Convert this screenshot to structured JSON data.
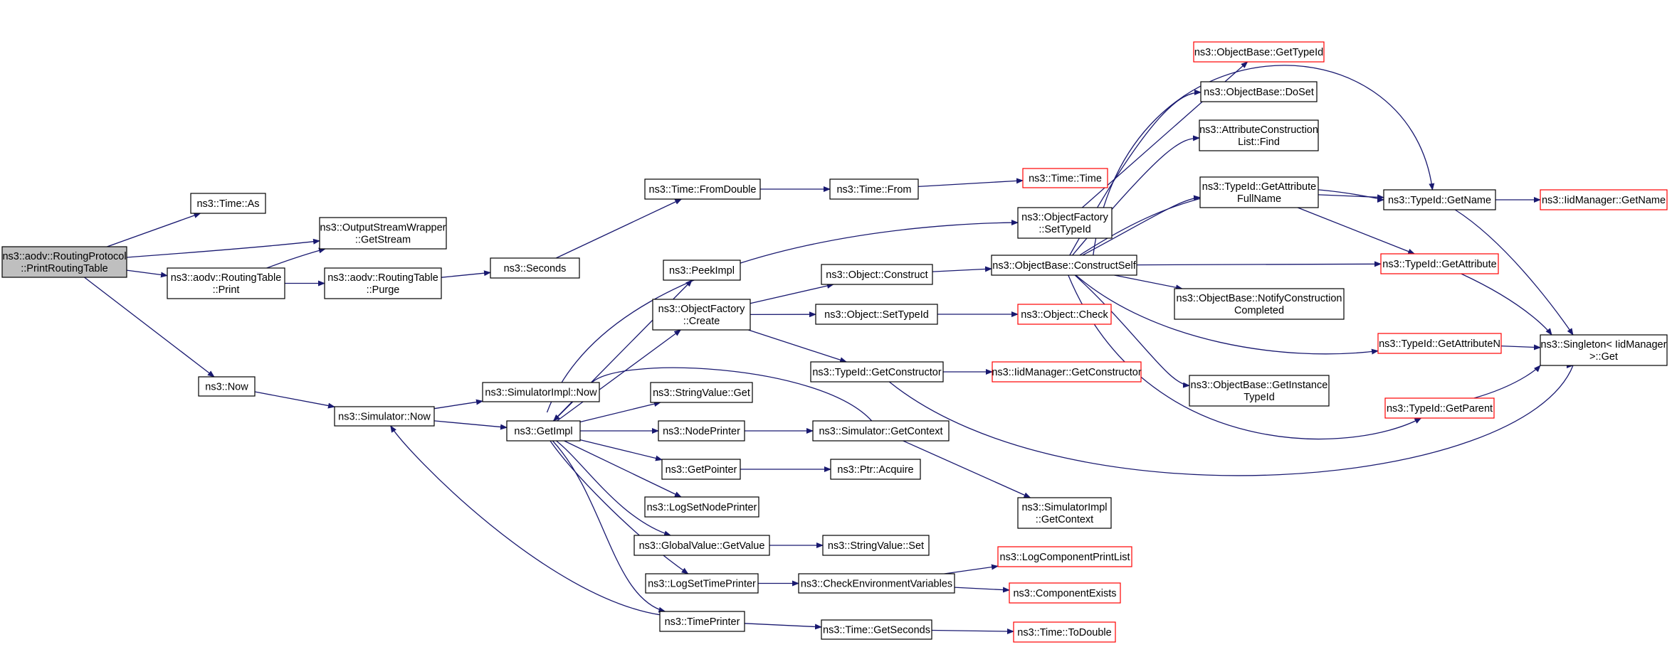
{
  "colors": {
    "edge": "#191970",
    "node_border": "#000000",
    "truncated_border": "#ff0000",
    "root_fill": "#bfbfbf",
    "node_fill": "#ffffff"
  },
  "nodes": [
    {
      "id": "root",
      "lines": [
        "ns3::aodv::RoutingProtocol",
        "::PrintRoutingTable"
      ],
      "style": "root"
    },
    {
      "id": "time_as",
      "lines": [
        "ns3::Time::As"
      ],
      "style": "normal"
    },
    {
      "id": "osw_getstream",
      "lines": [
        "ns3::OutputStreamWrapper",
        "::GetStream"
      ],
      "style": "normal"
    },
    {
      "id": "rt_print",
      "lines": [
        "ns3::aodv::RoutingTable",
        "::Print"
      ],
      "style": "normal"
    },
    {
      "id": "rt_purge",
      "lines": [
        "ns3::aodv::RoutingTable",
        "::Purge"
      ],
      "style": "normal"
    },
    {
      "id": "now",
      "lines": [
        "ns3::Now"
      ],
      "style": "normal"
    },
    {
      "id": "seconds",
      "lines": [
        "ns3::Seconds"
      ],
      "style": "normal"
    },
    {
      "id": "time_fromdouble",
      "lines": [
        "ns3::Time::FromDouble"
      ],
      "style": "normal"
    },
    {
      "id": "time_from",
      "lines": [
        "ns3::Time::From"
      ],
      "style": "normal"
    },
    {
      "id": "time_time",
      "lines": [
        "ns3::Time::Time"
      ],
      "style": "truncated"
    },
    {
      "id": "sim_now",
      "lines": [
        "ns3::Simulator::Now"
      ],
      "style": "normal"
    },
    {
      "id": "simimpl_now",
      "lines": [
        "ns3::SimulatorImpl::Now"
      ],
      "style": "normal"
    },
    {
      "id": "getimpl",
      "lines": [
        "ns3::GetImpl"
      ],
      "style": "normal"
    },
    {
      "id": "peekimpl",
      "lines": [
        "ns3::PeekImpl"
      ],
      "style": "normal"
    },
    {
      "id": "of_create",
      "lines": [
        "ns3::ObjectFactory",
        "::Create"
      ],
      "style": "normal"
    },
    {
      "id": "sv_get",
      "lines": [
        "ns3::StringValue::Get"
      ],
      "style": "normal"
    },
    {
      "id": "nodeprinter",
      "lines": [
        "ns3::NodePrinter"
      ],
      "style": "normal"
    },
    {
      "id": "getpointer",
      "lines": [
        "ns3::GetPointer"
      ],
      "style": "normal"
    },
    {
      "id": "logsetnodeprinter",
      "lines": [
        "ns3::LogSetNodePrinter"
      ],
      "style": "normal"
    },
    {
      "id": "gv_getvalue",
      "lines": [
        "ns3::GlobalValue::GetValue"
      ],
      "style": "normal"
    },
    {
      "id": "logsettimeprinter",
      "lines": [
        "ns3::LogSetTimePrinter"
      ],
      "style": "normal"
    },
    {
      "id": "timeprinter",
      "lines": [
        "ns3::TimePrinter"
      ],
      "style": "normal"
    },
    {
      "id": "obj_construct",
      "lines": [
        "ns3::Object::Construct"
      ],
      "style": "normal"
    },
    {
      "id": "obj_settypeid",
      "lines": [
        "ns3::Object::SetTypeId"
      ],
      "style": "normal"
    },
    {
      "id": "tid_getconstructor",
      "lines": [
        "ns3::TypeId::GetConstructor"
      ],
      "style": "normal"
    },
    {
      "id": "sim_getcontext",
      "lines": [
        "ns3::Simulator::GetContext"
      ],
      "style": "normal"
    },
    {
      "id": "ptr_acquire",
      "lines": [
        "ns3::Ptr::Acquire"
      ],
      "style": "normal"
    },
    {
      "id": "sv_set",
      "lines": [
        "ns3::StringValue::Set"
      ],
      "style": "normal"
    },
    {
      "id": "checkenv",
      "lines": [
        "ns3::CheckEnvironmentVariables"
      ],
      "style": "normal"
    },
    {
      "id": "time_getseconds",
      "lines": [
        "ns3::Time::GetSeconds"
      ],
      "style": "normal"
    },
    {
      "id": "of_settypeid",
      "lines": [
        "ns3::ObjectFactory",
        "::SetTypeId"
      ],
      "style": "normal"
    },
    {
      "id": "ob_constructself",
      "lines": [
        "ns3::ObjectBase::ConstructSelf"
      ],
      "style": "normal"
    },
    {
      "id": "obj_check",
      "lines": [
        "ns3::Object::Check"
      ],
      "style": "truncated"
    },
    {
      "id": "iid_getconstructor",
      "lines": [
        "ns3::IidManager::GetConstructor"
      ],
      "style": "truncated"
    },
    {
      "id": "simimpl_getcontext",
      "lines": [
        "ns3::SimulatorImpl",
        "::GetContext"
      ],
      "style": "normal"
    },
    {
      "id": "logcompprintlist",
      "lines": [
        "ns3::LogComponentPrintList"
      ],
      "style": "truncated"
    },
    {
      "id": "componentexists",
      "lines": [
        "ns3::ComponentExists"
      ],
      "style": "truncated"
    },
    {
      "id": "time_todouble",
      "lines": [
        "ns3::Time::ToDouble"
      ],
      "style": "truncated"
    },
    {
      "id": "ob_gettypeid",
      "lines": [
        "ns3::ObjectBase::GetTypeId"
      ],
      "style": "truncated"
    },
    {
      "id": "ob_doset",
      "lines": [
        "ns3::ObjectBase::DoSet"
      ],
      "style": "normal"
    },
    {
      "id": "acl_find",
      "lines": [
        "ns3::AttributeConstruction",
        "List::Find"
      ],
      "style": "normal"
    },
    {
      "id": "tid_getattrfullname",
      "lines": [
        "ns3::TypeId::GetAttribute",
        "FullName"
      ],
      "style": "normal"
    },
    {
      "id": "ob_notifyconstruction",
      "lines": [
        "ns3::ObjectBase::NotifyConstruction",
        "Completed"
      ],
      "style": "normal"
    },
    {
      "id": "ob_getinstancetypeid",
      "lines": [
        "ns3::ObjectBase::GetInstance",
        "TypeId"
      ],
      "style": "normal"
    },
    {
      "id": "tid_getname",
      "lines": [
        "ns3::TypeId::GetName"
      ],
      "style": "normal"
    },
    {
      "id": "tid_getattribute",
      "lines": [
        "ns3::TypeId::GetAttribute"
      ],
      "style": "truncated"
    },
    {
      "id": "tid_getattributen",
      "lines": [
        "ns3::TypeId::GetAttributeN"
      ],
      "style": "truncated"
    },
    {
      "id": "tid_getparent",
      "lines": [
        "ns3::TypeId::GetParent"
      ],
      "style": "truncated"
    },
    {
      "id": "iid_getname",
      "lines": [
        "ns3::IidManager::GetName"
      ],
      "style": "truncated"
    },
    {
      "id": "singleton_get",
      "lines": [
        "ns3::Singleton< IidManager",
        ">::Get"
      ],
      "style": "normal"
    }
  ],
  "edges": [
    [
      "root",
      "time_as"
    ],
    [
      "root",
      "osw_getstream"
    ],
    [
      "root",
      "rt_print"
    ],
    [
      "root",
      "now"
    ],
    [
      "rt_print",
      "osw_getstream"
    ],
    [
      "rt_print",
      "rt_purge"
    ],
    [
      "rt_purge",
      "seconds"
    ],
    [
      "seconds",
      "time_fromdouble"
    ],
    [
      "time_fromdouble",
      "time_from"
    ],
    [
      "time_from",
      "time_time"
    ],
    [
      "now",
      "sim_now"
    ],
    [
      "sim_now",
      "simimpl_now"
    ],
    [
      "sim_now",
      "getimpl"
    ],
    [
      "getimpl",
      "of_settypeid"
    ],
    [
      "getimpl",
      "peekimpl"
    ],
    [
      "getimpl",
      "of_create"
    ],
    [
      "getimpl",
      "sv_get"
    ],
    [
      "getimpl",
      "nodeprinter"
    ],
    [
      "getimpl",
      "getpointer"
    ],
    [
      "getimpl",
      "logsetnodeprinter"
    ],
    [
      "getimpl",
      "gv_getvalue"
    ],
    [
      "getimpl",
      "logsettimeprinter"
    ],
    [
      "getimpl",
      "timeprinter"
    ],
    [
      "timeprinter",
      "sim_now"
    ],
    [
      "sim_getcontext",
      "getimpl"
    ],
    [
      "of_create",
      "obj_construct"
    ],
    [
      "of_create",
      "obj_settypeid"
    ],
    [
      "of_create",
      "tid_getconstructor"
    ],
    [
      "nodeprinter",
      "sim_getcontext"
    ],
    [
      "getpointer",
      "ptr_acquire"
    ],
    [
      "gv_getvalue",
      "sv_set"
    ],
    [
      "logsettimeprinter",
      "checkenv"
    ],
    [
      "timeprinter",
      "time_getseconds"
    ],
    [
      "obj_construct",
      "ob_constructself"
    ],
    [
      "obj_settypeid",
      "obj_check"
    ],
    [
      "tid_getconstructor",
      "iid_getconstructor"
    ],
    [
      "tid_getconstructor",
      "singleton_get"
    ],
    [
      "sim_getcontext",
      "simimpl_getcontext"
    ],
    [
      "checkenv",
      "logcompprintlist"
    ],
    [
      "checkenv",
      "componentexists"
    ],
    [
      "time_getseconds",
      "time_todouble"
    ],
    [
      "of_settypeid",
      "ob_gettypeid"
    ],
    [
      "ob_constructself",
      "ob_doset"
    ],
    [
      "ob_constructself",
      "acl_find"
    ],
    [
      "ob_constructself",
      "tid_getattrfullname"
    ],
    [
      "ob_constructself",
      "tid_getname"
    ],
    [
      "ob_constructself",
      "tid_getattribute"
    ],
    [
      "ob_constructself",
      "ob_notifyconstruction"
    ],
    [
      "ob_constructself",
      "tid_getattributen"
    ],
    [
      "ob_constructself",
      "ob_getinstancetypeid"
    ],
    [
      "ob_constructself",
      "tid_getparent"
    ],
    [
      "tid_getattrfullname",
      "tid_getname"
    ],
    [
      "tid_getattrfullname",
      "tid_getattribute"
    ],
    [
      "tid_getname",
      "iid_getname"
    ],
    [
      "tid_getname",
      "singleton_get"
    ],
    [
      "tid_getattribute",
      "singleton_get"
    ],
    [
      "tid_getattributen",
      "singleton_get"
    ],
    [
      "tid_getparent",
      "singleton_get"
    ]
  ]
}
